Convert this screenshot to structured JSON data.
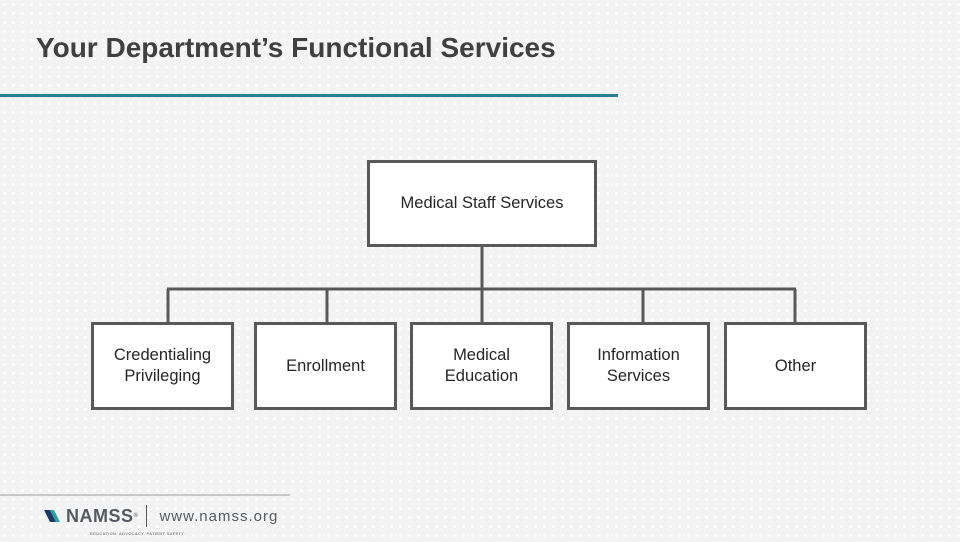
{
  "slide": {
    "title": "Your Department’s Functional Services"
  },
  "org_chart": {
    "root": "Medical Staff Services",
    "children": [
      "Credentialing\nPrivileging",
      "Enrollment",
      "Medical\nEducation",
      "Information\nServices",
      "Other"
    ]
  },
  "footer": {
    "brand": "NAMSS",
    "trademark": "®",
    "tagline": "EDUCATION. ADVOCACY. PATIENT SAFETY.",
    "url": "www.namss.org"
  },
  "colors": {
    "accent_rule": "#2a7f8f",
    "box_border": "#595959",
    "connector": "#595959",
    "logo_navy": "#1f3864",
    "logo_teal": "#2ba3a6"
  }
}
